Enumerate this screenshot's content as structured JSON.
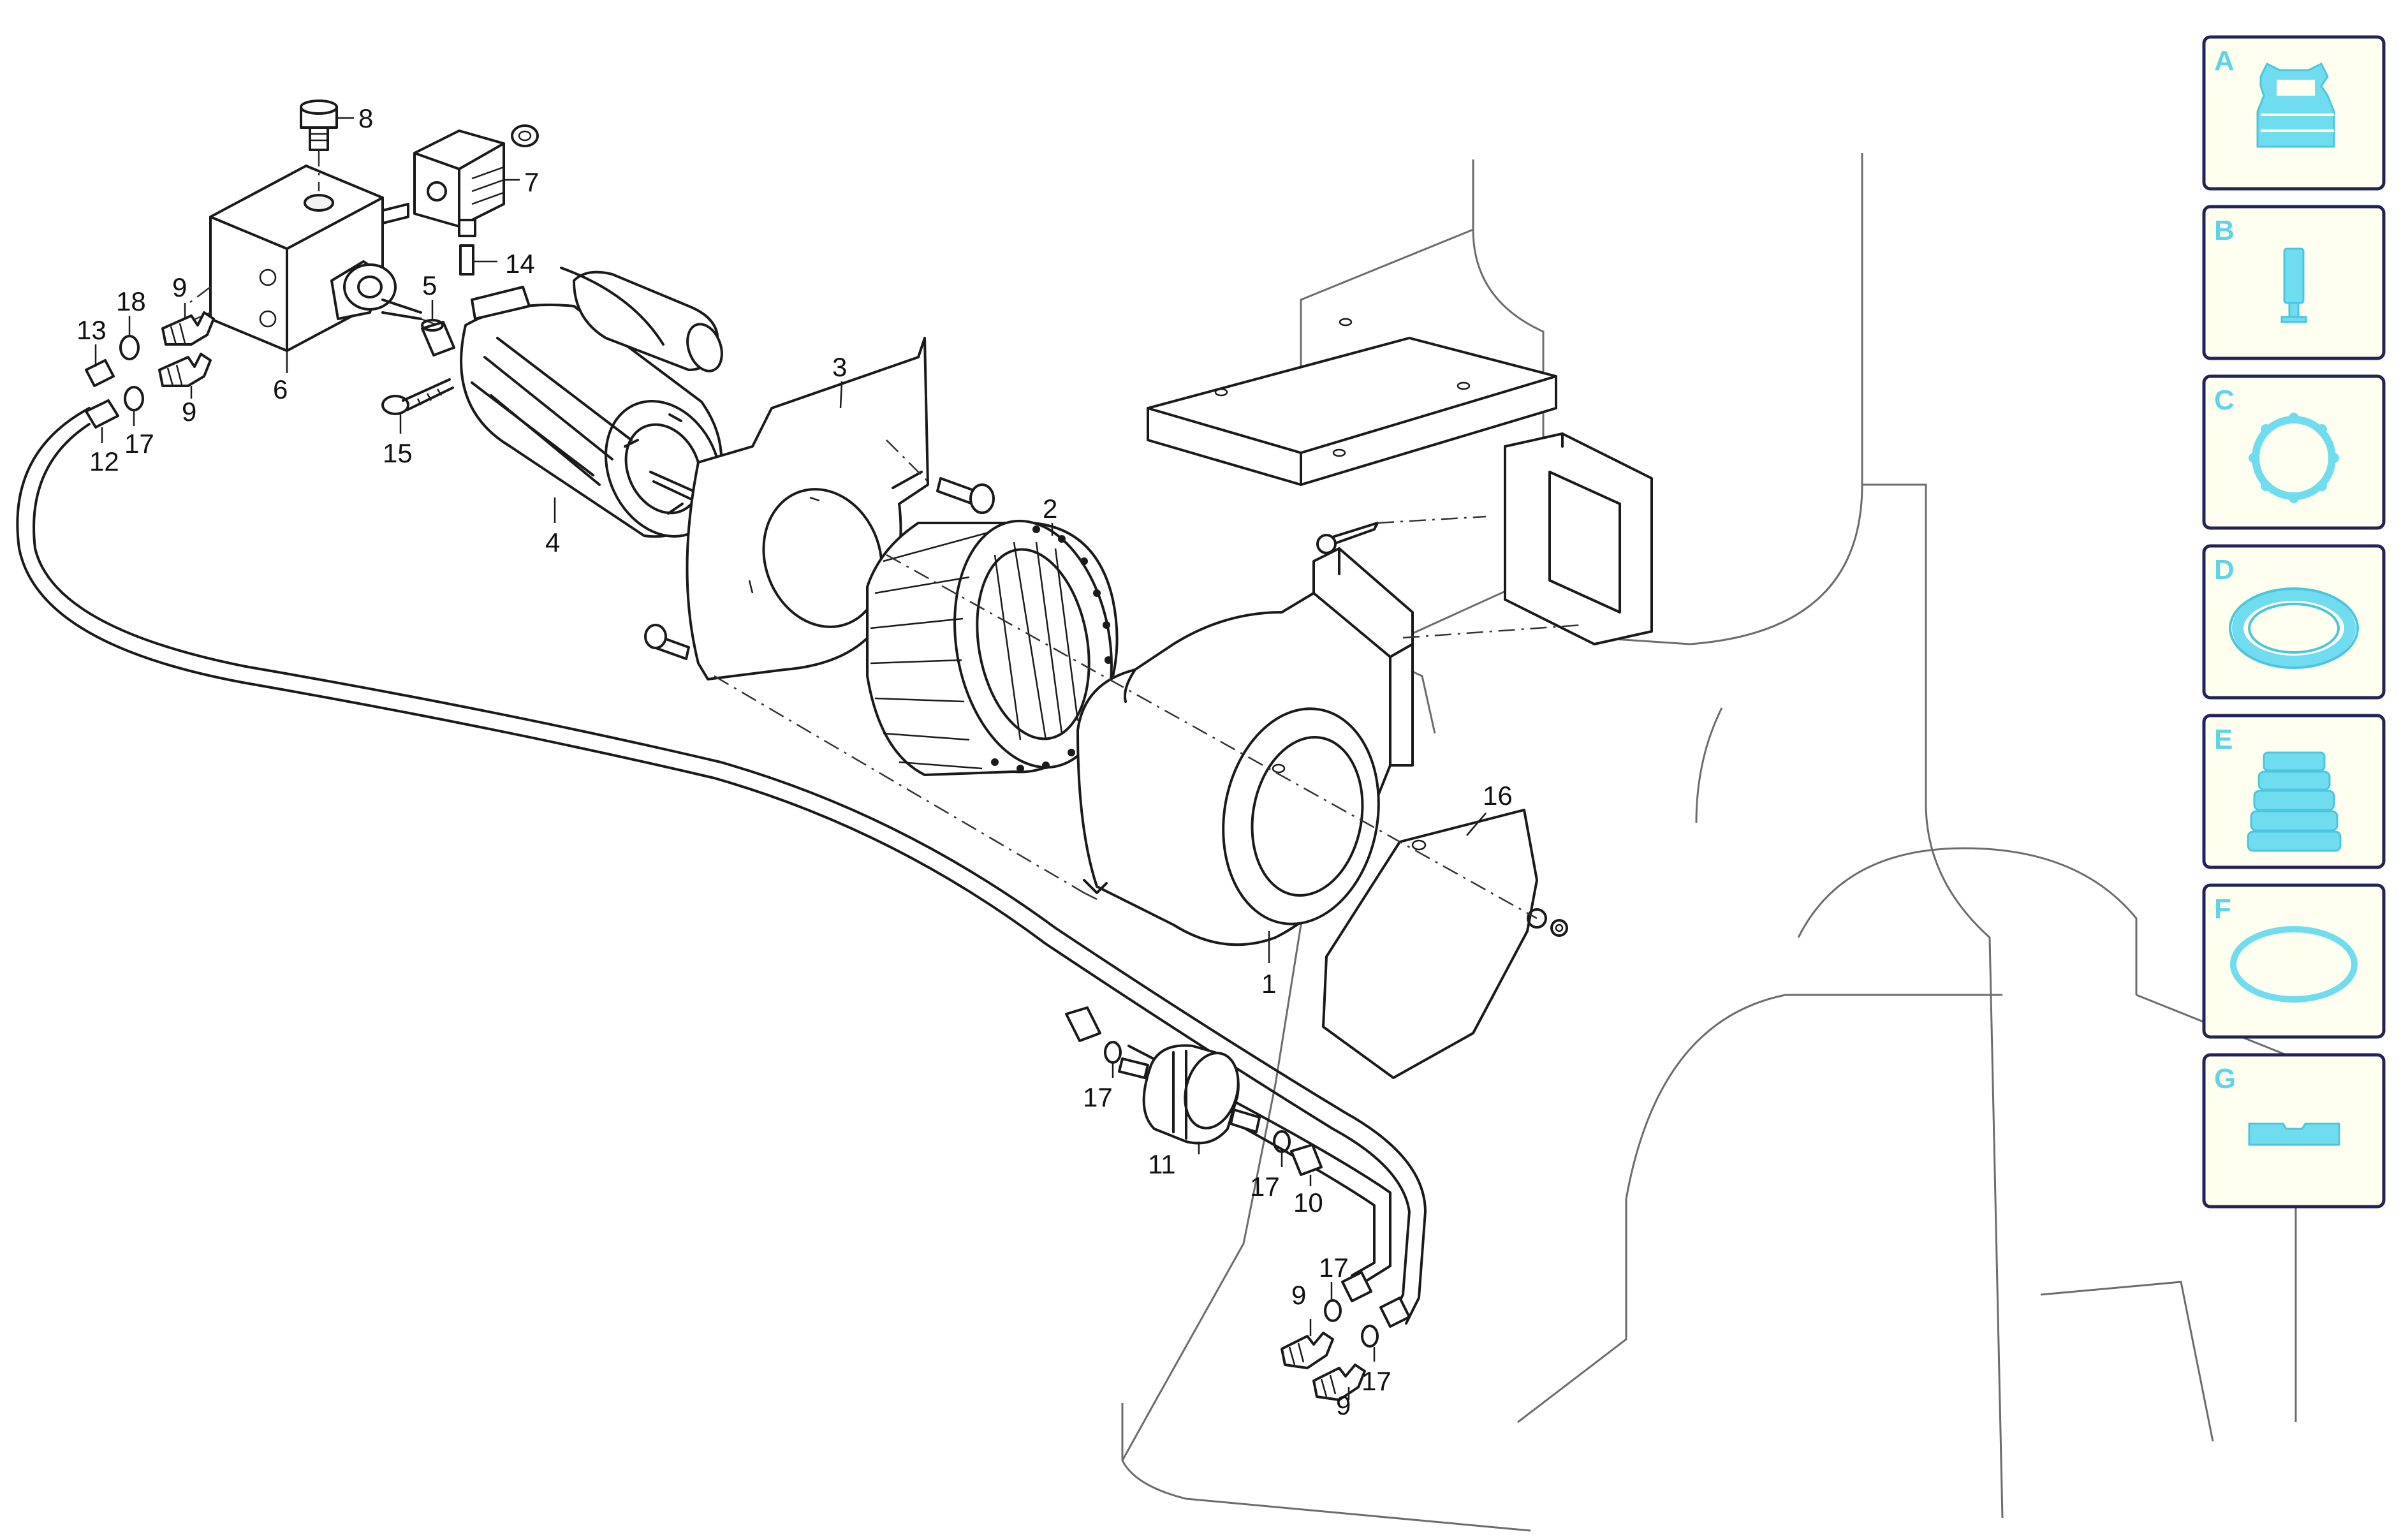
{
  "callouts": [
    {
      "id": "c8",
      "label": "8"
    },
    {
      "id": "c7",
      "label": "7"
    },
    {
      "id": "c14",
      "label": "14"
    },
    {
      "id": "c9a",
      "label": "9"
    },
    {
      "id": "c18",
      "label": "18"
    },
    {
      "id": "c13",
      "label": "13"
    },
    {
      "id": "c9b",
      "label": "9"
    },
    {
      "id": "c6",
      "label": "6"
    },
    {
      "id": "c17a",
      "label": "17"
    },
    {
      "id": "c12",
      "label": "12"
    },
    {
      "id": "c5",
      "label": "5"
    },
    {
      "id": "c15",
      "label": "15"
    },
    {
      "id": "c4",
      "label": "4"
    },
    {
      "id": "c3",
      "label": "3"
    },
    {
      "id": "c2",
      "label": "2"
    },
    {
      "id": "c1",
      "label": "1"
    },
    {
      "id": "c16",
      "label": "16"
    },
    {
      "id": "c17b",
      "label": "17"
    },
    {
      "id": "c11",
      "label": "11"
    },
    {
      "id": "c17c",
      "label": "17"
    },
    {
      "id": "c10",
      "label": "10"
    },
    {
      "id": "c17d",
      "label": "17"
    },
    {
      "id": "c9c",
      "label": "9"
    },
    {
      "id": "c9d",
      "label": "9"
    },
    {
      "id": "c17e",
      "label": "17"
    }
  ],
  "side_panel": {
    "items": [
      {
        "letter": "A",
        "icon": "nozzle-fitting-icon"
      },
      {
        "letter": "B",
        "icon": "pin-part-icon"
      },
      {
        "letter": "C",
        "icon": "flange-gasket-icon"
      },
      {
        "letter": "D",
        "icon": "seal-ring-icon"
      },
      {
        "letter": "E",
        "icon": "bellows-icon"
      },
      {
        "letter": "F",
        "icon": "o-ring-icon"
      },
      {
        "letter": "G",
        "icon": "flat-plate-icon"
      }
    ],
    "colors": {
      "border": "#23235a",
      "fill": "#fffff0",
      "accent": "#6fdcf0"
    }
  }
}
